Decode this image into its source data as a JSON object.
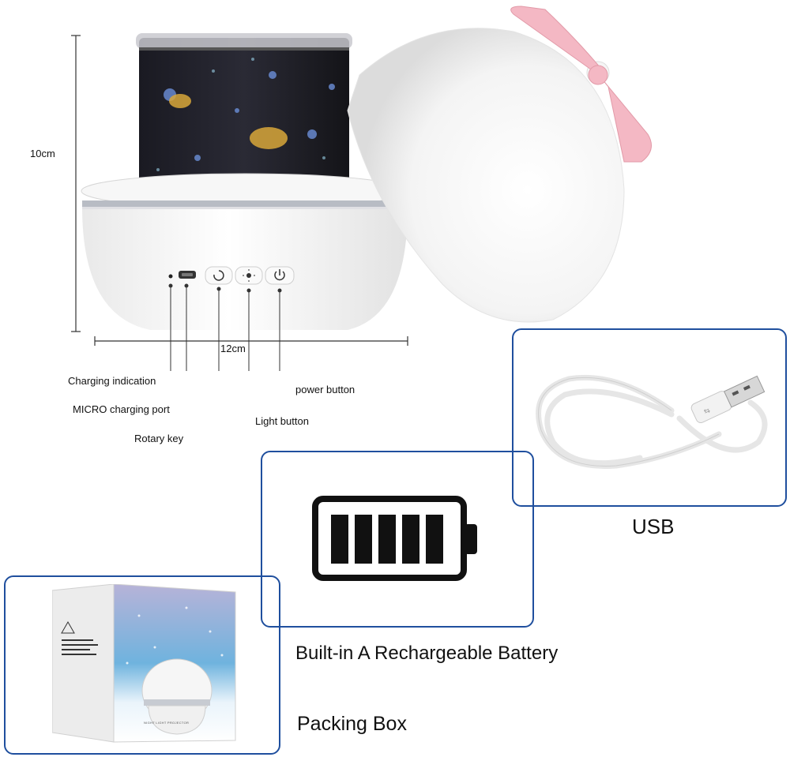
{
  "dimensions": {
    "height": "10cm",
    "width": "12cm"
  },
  "callouts": {
    "charging_indication": "Charging indication",
    "micro_port": "MICRO charging port",
    "rotary_key": "Rotary key",
    "light_button": "Light button",
    "power_button": "power button"
  },
  "features": {
    "usb": "USB",
    "battery": "Built-in A Rechargeable Battery",
    "packing_box": "Packing Box"
  },
  "box_print": {
    "product_name": "NIGHT LIGHT PROJECTOR"
  },
  "colors": {
    "frame_blue": "#1f4f9e",
    "bow_pink": "#f4b8c4",
    "body_white": "#f2f2f2",
    "silver_ring": "#b8bcc4"
  },
  "icons": [
    "battery-full-icon",
    "usb-cable-icon",
    "rotate-icon",
    "sun-icon",
    "power-icon",
    "micro-usb-port-icon"
  ]
}
